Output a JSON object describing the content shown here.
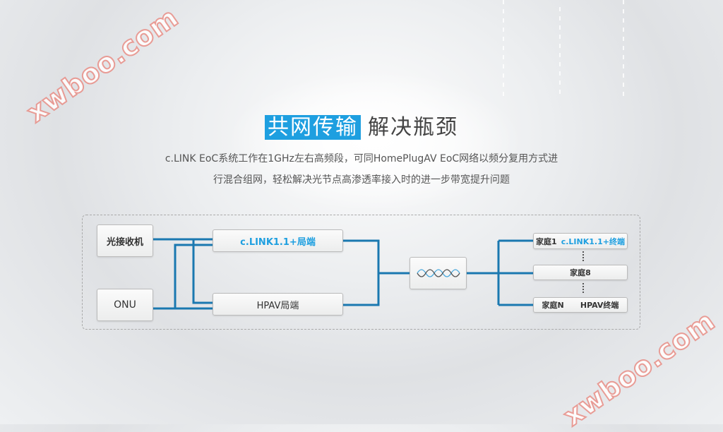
{
  "watermark": "xwboo.com",
  "title": {
    "highlight": "共网传输",
    "rest": "解决瓶颈"
  },
  "description": {
    "line1": "c.LINK EoC系统工作在1GHz左右高频段，可同HomePlugAV EoC网络以频分复用方式进",
    "line2": "行混合组网，轻松解决光节点高渗透率接入时的进一步带宽提升问题"
  },
  "diagram": {
    "sources": [
      "光接收机",
      "ONU"
    ],
    "head_ends": [
      "c.LINK1.1+局端",
      "HPAV局端"
    ],
    "filter_icon": "wave-filter-icon",
    "homes": [
      {
        "home": "家庭1",
        "terminal": "c.LINK1.1+终端"
      },
      {
        "home": "家庭8",
        "terminal": ""
      },
      {
        "home": "家庭N",
        "terminal": "HPAV终端"
      }
    ]
  },
  "colors": {
    "accent": "#1e9fe0",
    "line": "#1a6a9a"
  }
}
